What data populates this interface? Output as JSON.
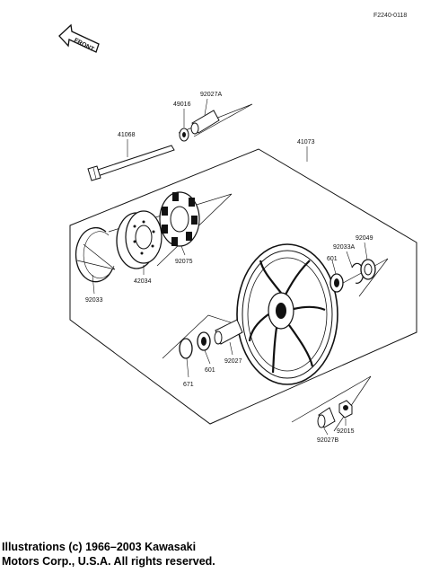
{
  "drawing_code": "F2240-0118",
  "front_arrow_text": "FRONT",
  "part_numbers": {
    "p49016": "49016",
    "p92027A": "92027A",
    "p41068": "41068",
    "p41073": "41073",
    "p92075": "92075",
    "p42034": "42034",
    "p92033": "92033",
    "p92049": "92049",
    "p92033A": "92033A",
    "p601a": "601",
    "p601b": "601",
    "p92027": "92027",
    "p671": "671",
    "p92015": "92015",
    "p92027B": "92027B"
  },
  "copyright": {
    "line1": "Illustrations (c) 1966–2003 Kawasaki",
    "line2": "Motors Corp., U.S.A.  All rights reserved."
  }
}
